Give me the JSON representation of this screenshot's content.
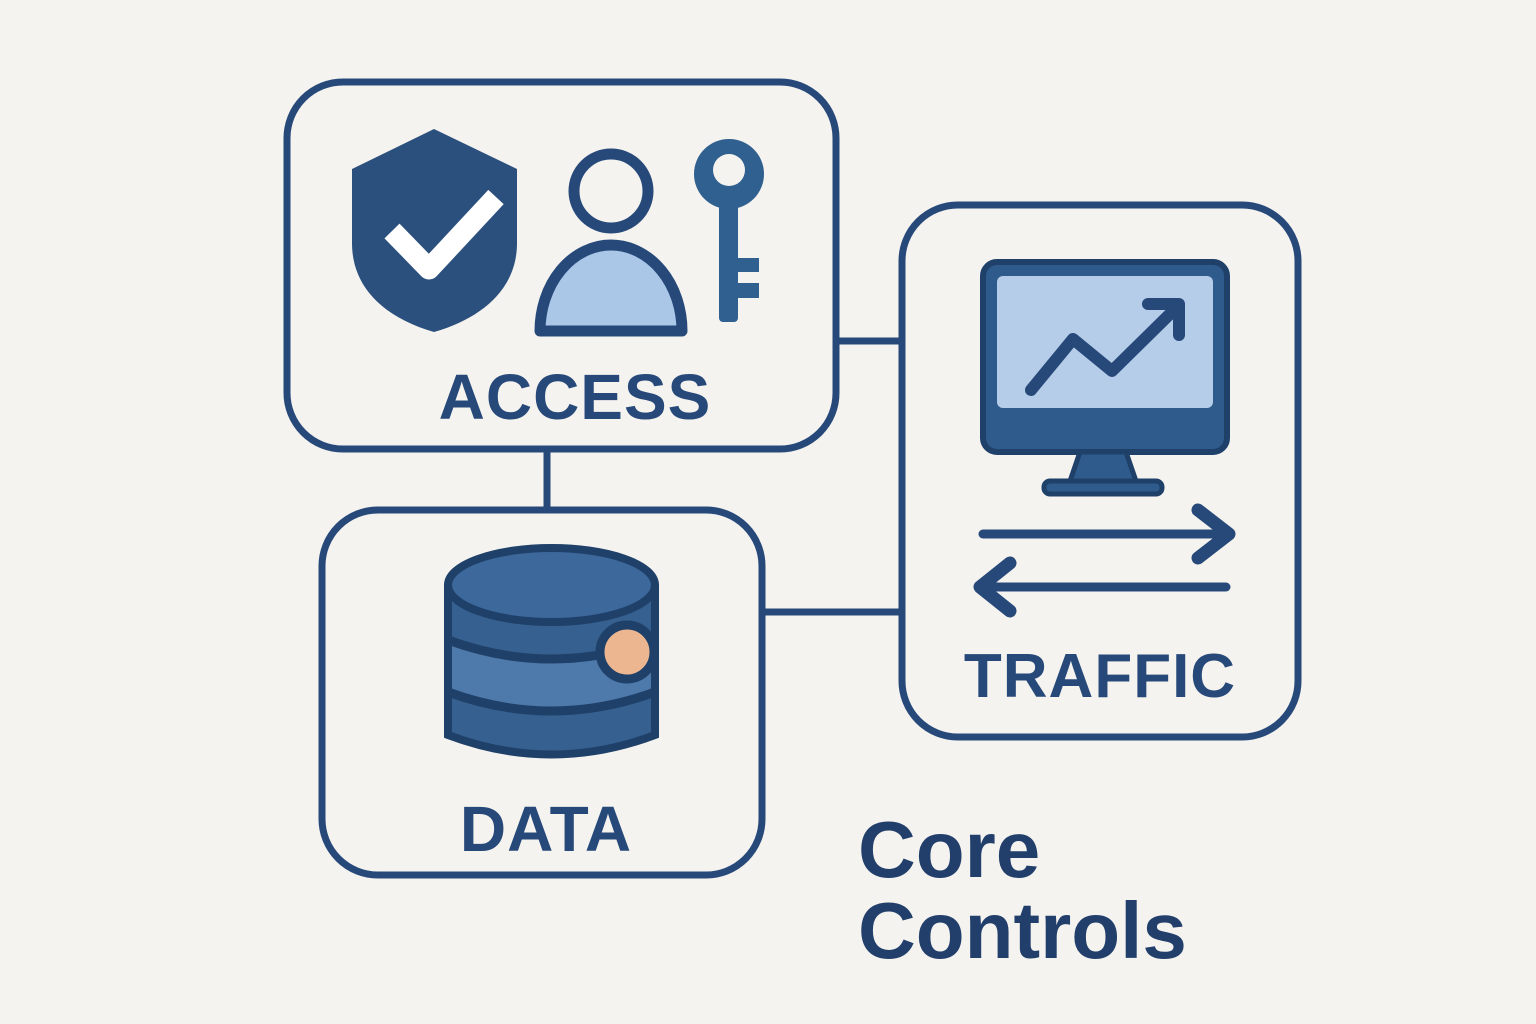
{
  "title": "Core Controls diagram",
  "colors": {
    "background": "#f5f3ef",
    "box_outline": "#27497a",
    "icon_outline_dark": "#1f4068",
    "shield_fill": "#2b507d",
    "key_fill": "#30608f",
    "monitor_body_fill": "#2f5a8c",
    "screen_fill": "#b6cde9",
    "person_body_fill": "#aac7e8",
    "db_top_fill": "#3d689c",
    "db_band_fill": "#35608f",
    "db_band_light_fill": "#4e79ab",
    "accent_peach": "#ecb691",
    "label_text": "#27497a",
    "caption_text": "#223f6b",
    "check_mark": "#ffffff"
  },
  "nodes": {
    "access": {
      "label": "ACCESS",
      "icons": [
        "shield-check-icon",
        "user-icon",
        "key-icon"
      ]
    },
    "data": {
      "label": "DATA",
      "icons": [
        "database-icon",
        "peach-dot-icon"
      ]
    },
    "traffic": {
      "label": "TRAFFIC",
      "icons": [
        "monitor-trend-icon",
        "arrow-right-icon",
        "arrow-left-icon"
      ]
    }
  },
  "connections": [
    {
      "from": "access",
      "to": "traffic"
    },
    {
      "from": "access",
      "to": "data"
    },
    {
      "from": "data",
      "to": "traffic"
    }
  ],
  "caption": {
    "line1": "Core",
    "line2": "Controls"
  }
}
